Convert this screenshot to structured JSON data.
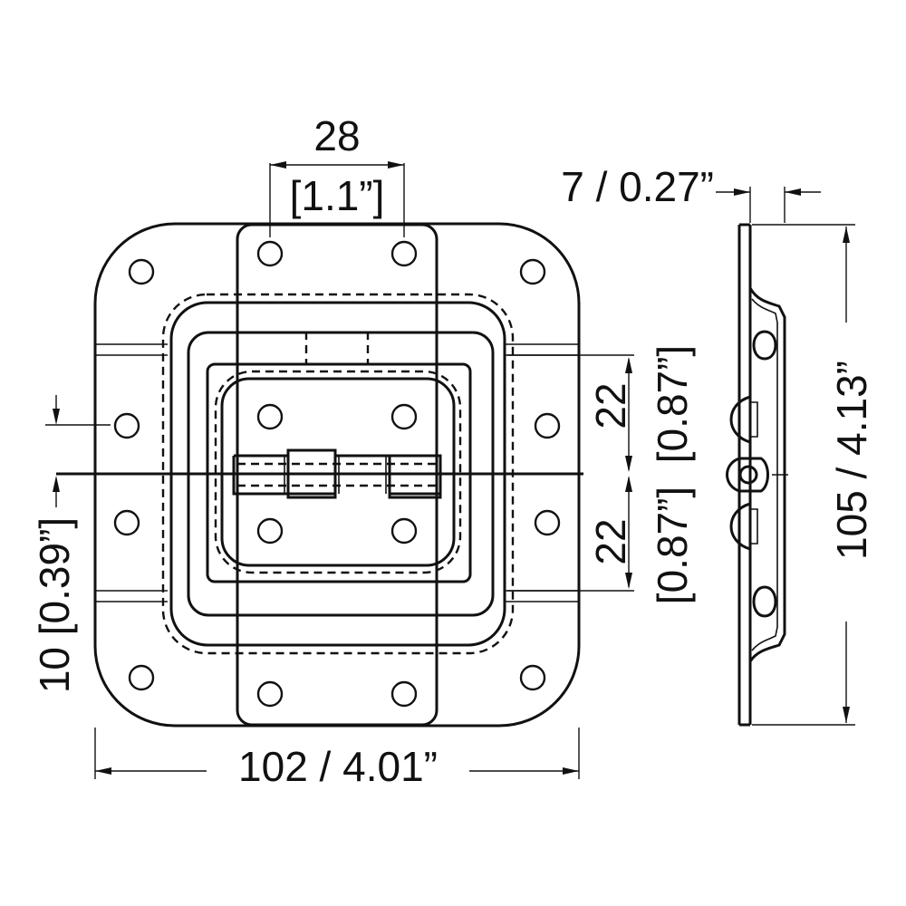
{
  "dimensions": {
    "hinge_hole_spacing": "28",
    "hinge_hole_spacing_in": "[1.1”]",
    "thickness": "7 / 0.27”",
    "width": "102 / 4.01”",
    "height": "105 / 4.13”",
    "upper_offset": "22",
    "upper_offset_in": "[0.87”]",
    "lower_offset": "22",
    "lower_offset_in": "[0.87”]",
    "edge_offset": "10 [0.39”]"
  },
  "colors": {
    "line": "#111111",
    "background": "#ffffff"
  }
}
